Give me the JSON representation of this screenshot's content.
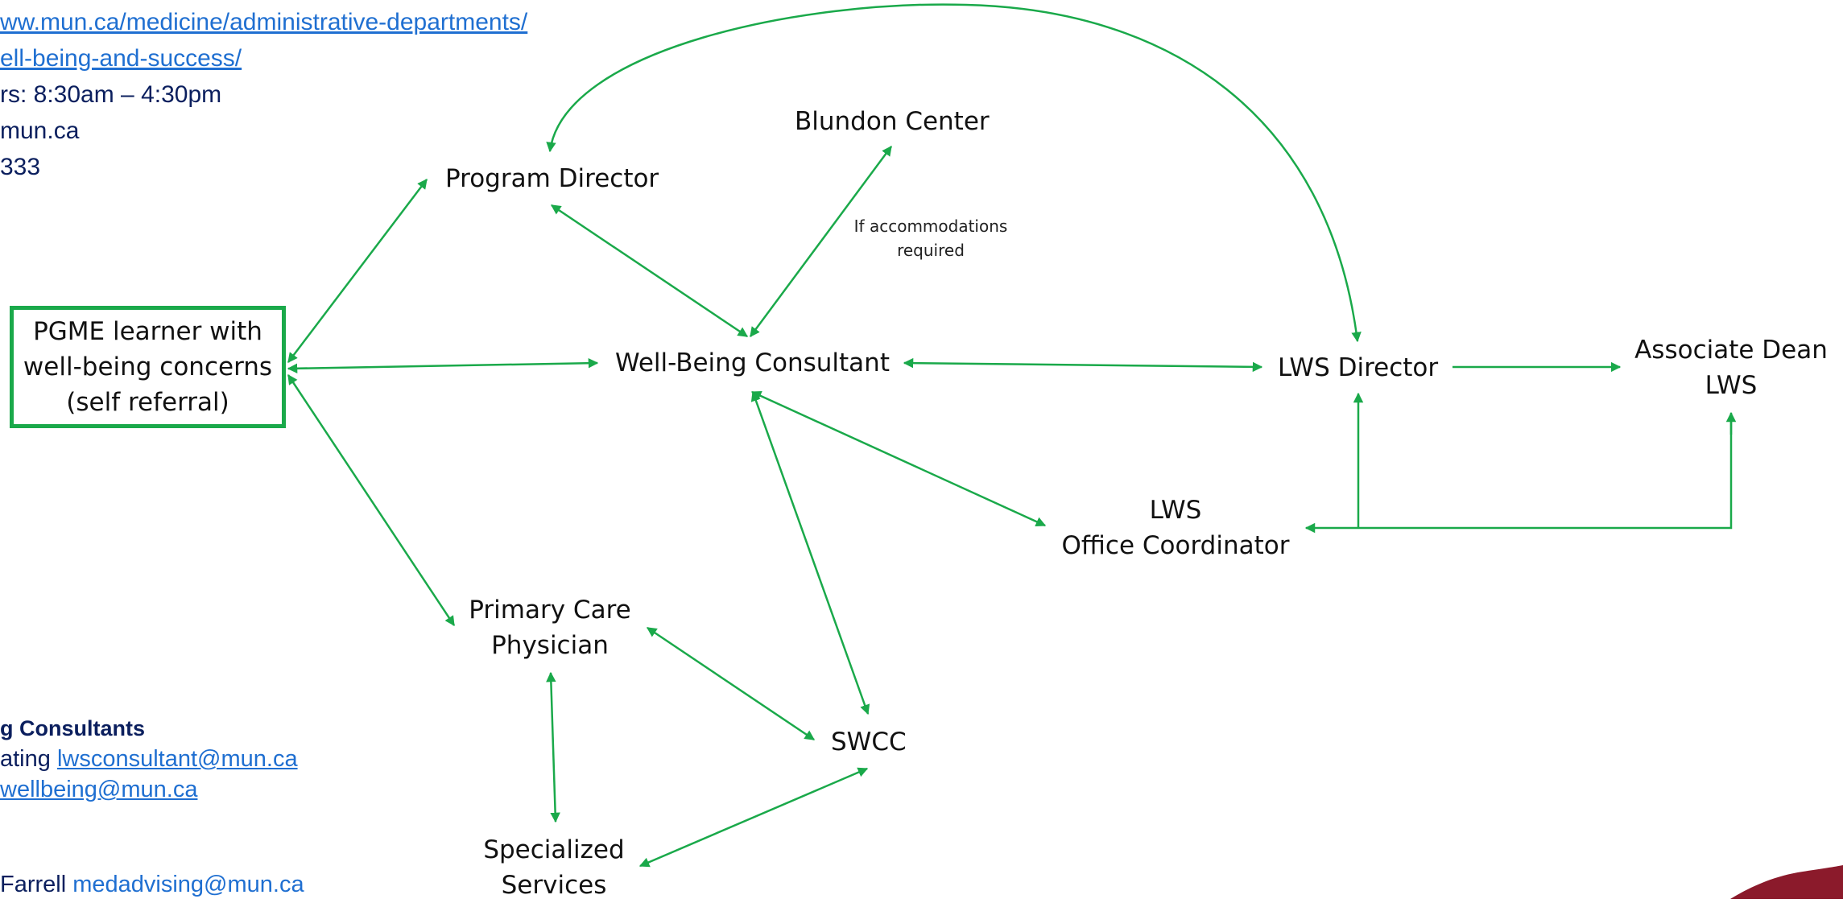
{
  "left_panel": {
    "url_line1": "ww.mun.ca/medicine/administrative-departments/",
    "url_line2": "ell-being-and-success/",
    "hours": "rs: 8:30am – 4:30pm",
    "email": "mun.ca",
    "phone": "333",
    "consultants_heading": "g Consultants",
    "consultant_line1_prefix": "ating ",
    "consultant_line1_email": "lwsconsultant@mun.ca",
    "consultant_line2_email": "wellbeing@mun.ca",
    "advising_prefix": "Farrell ",
    "advising_email": "medadvising@mun.ca"
  },
  "nodes": {
    "learner": {
      "line1": "PGME learner with",
      "line2": "well-being concerns",
      "line3": "(self referral)"
    },
    "program_director": "Program Director",
    "blundon_center": "Blundon Center",
    "accommodation_note": {
      "line1": "If accommodations",
      "line2": "required"
    },
    "wellbeing_consultant": "Well-Being Consultant",
    "lws_director": "LWS Director",
    "associate_dean": {
      "line1": "Associate Dean",
      "line2": "LWS"
    },
    "lws_office": {
      "line1": "LWS",
      "line2": "Office Coordinator"
    },
    "primary_care": {
      "line1": "Primary Care",
      "line2": "Physician"
    },
    "swcc": "SWCC",
    "specialized": {
      "line1": "Specialized",
      "line2": "Services"
    }
  },
  "colors": {
    "arrow": "#1aa94a",
    "link": "#1f6fd1",
    "navy_text": "#0b1f5e",
    "corner_shape": "#8b1a2b"
  }
}
